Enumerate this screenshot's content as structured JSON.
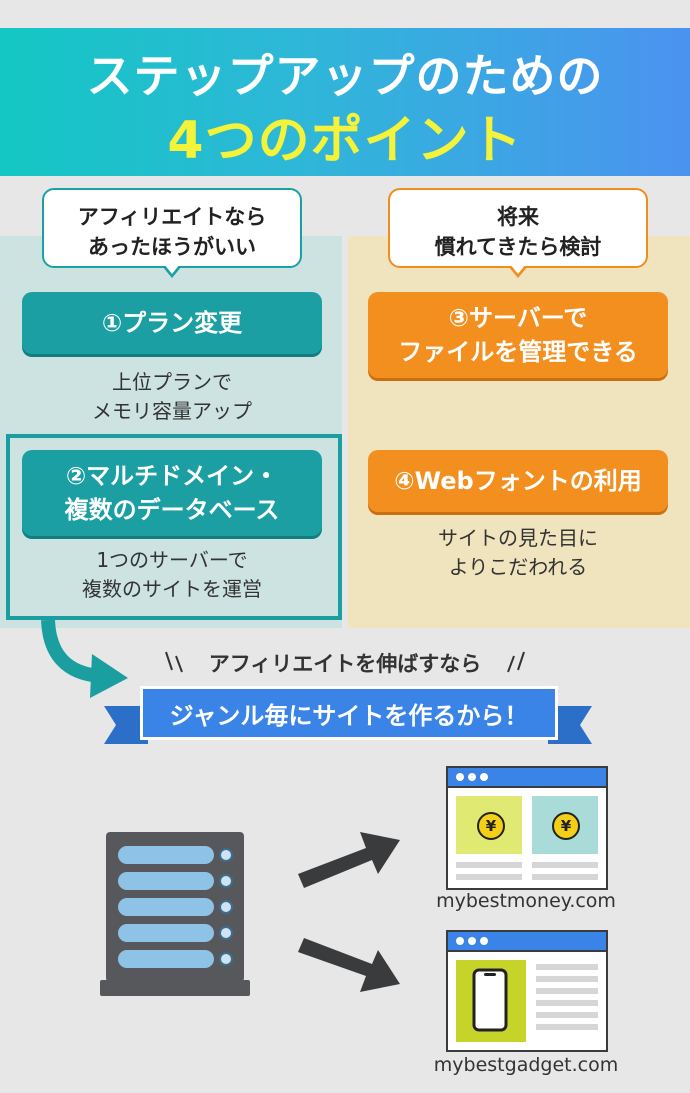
{
  "header": {
    "title_line1": "ステップアップのための",
    "title_line2": "4つのポイント"
  },
  "left_column": {
    "bubble_line1": "アフィリエイトなら",
    "bubble_line2": "あったほうがいい",
    "items": [
      {
        "title_line1": "①プラン変更",
        "desc_line1": "上位プランで",
        "desc_line2": "メモリ容量アップ"
      },
      {
        "title_line1": "②マルチドメイン・",
        "title_line2": "複数のデータベース",
        "desc_line1": "1つのサーバーで",
        "desc_line2": "複数のサイトを運営"
      }
    ]
  },
  "right_column": {
    "bubble_line1": "将来",
    "bubble_line2": "慣れてきたら検討",
    "items": [
      {
        "title_line1": "③サーバーで",
        "title_line2": "ファイルを管理できる"
      },
      {
        "title_line1": "④Webフォントの利用",
        "desc_line1": "サイトの見た目に",
        "desc_line2": "よりこだわれる"
      }
    ]
  },
  "bottom": {
    "subheading": "アフィリエイトを伸ばすなら",
    "banner": "ジャンル毎にサイトを作るから！",
    "site1": {
      "name": "mybestmoney.com",
      "icon": "yen-coin-icon",
      "symbol": "¥"
    },
    "site2": {
      "name": "mybestgadget.com",
      "icon": "smartphone-icon"
    }
  },
  "colors": {
    "teal": "#1b9fa3",
    "orange": "#f28f1f",
    "banner_blue": "#3a84e8",
    "title_yellow": "#f4f33a",
    "server_dark": "#56585c"
  }
}
